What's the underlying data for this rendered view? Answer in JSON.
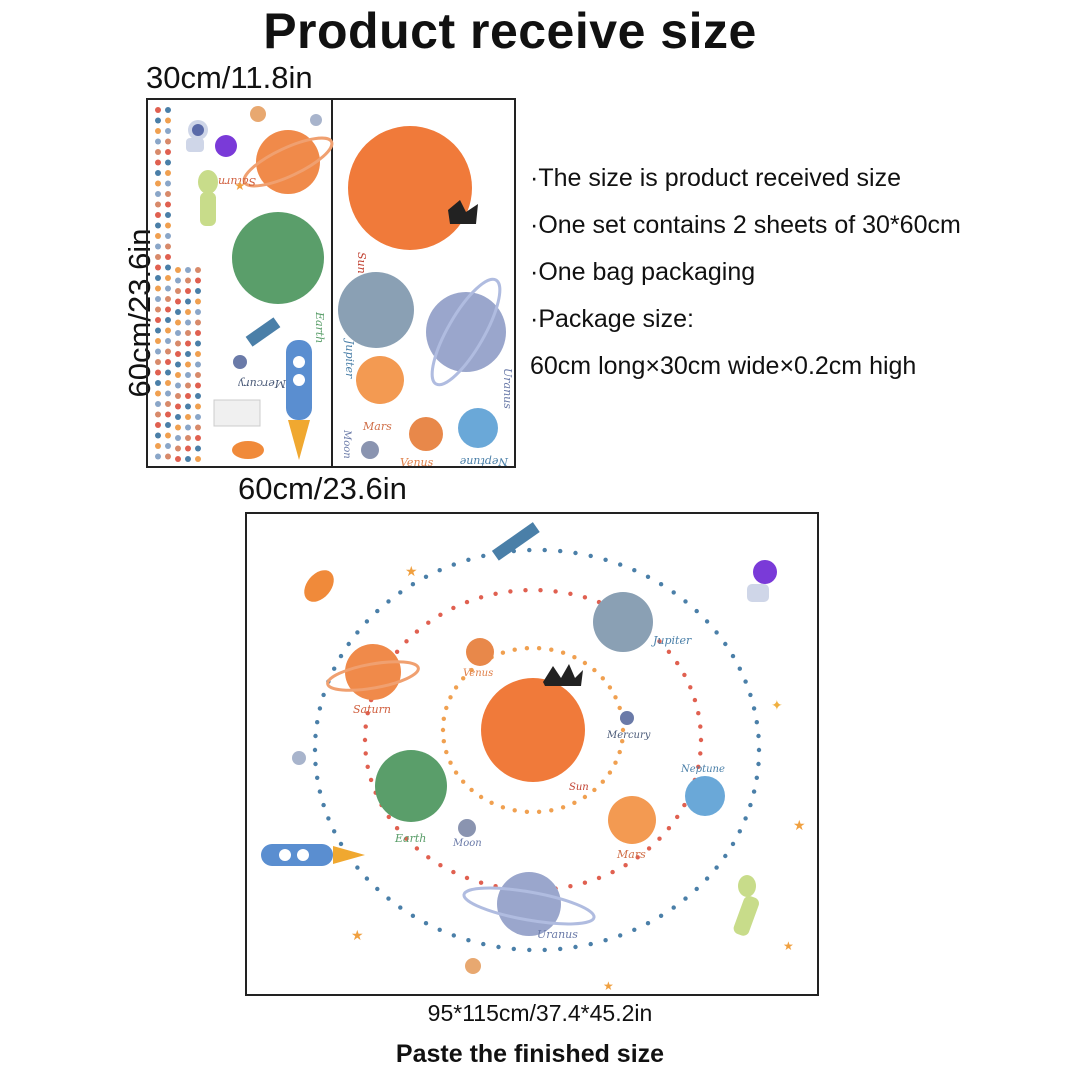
{
  "title": "Product receive size",
  "dimensions": {
    "sheet_width": "30cm/11.8in",
    "sheet_height": "60cm/23.6in",
    "set_width": "60cm/23.6in"
  },
  "specs": [
    "·The size is product received size",
    "·One set contains 2 sheets of 30*60cm",
    "·One bag packaging",
    "·Package size:",
    "60cm long×30cm wide×0.2cm high"
  ],
  "sheet_labels": {
    "saturn": "Saturn",
    "earth": "Earth",
    "mercury": "Mercury",
    "sun": "Sun",
    "jupiter": "Jupiter",
    "uranus": "Uranus",
    "mars": "Mars",
    "moon": "Moon",
    "venus": "Venus",
    "neptune": "Neptune"
  },
  "scene_labels": {
    "jupiter": "Jupiter",
    "venus": "Venus",
    "saturn": "Saturn",
    "mercury": "Mercury",
    "neptune": "Neptune",
    "sun": "Sun",
    "earth": "Earth",
    "moon": "Moon",
    "mars": "Mars",
    "uranus": "Uranus"
  },
  "finished_dimensions": "95*115cm/37.4*45.2in",
  "finished_label": "Paste the finished size",
  "colors": {
    "sun": "#f07a3a",
    "saturn": "#f08a4a",
    "earth": "#5a9e6a",
    "jupiter": "#8aa0b4",
    "uranus": "#9aa6cc",
    "mars": "#f39a52",
    "neptune": "#6aa8d8",
    "venus": "#e8884a",
    "orbit_blue": "#4a7fa8",
    "orbit_red": "#e06050",
    "orbit_orange": "#f0a050"
  }
}
